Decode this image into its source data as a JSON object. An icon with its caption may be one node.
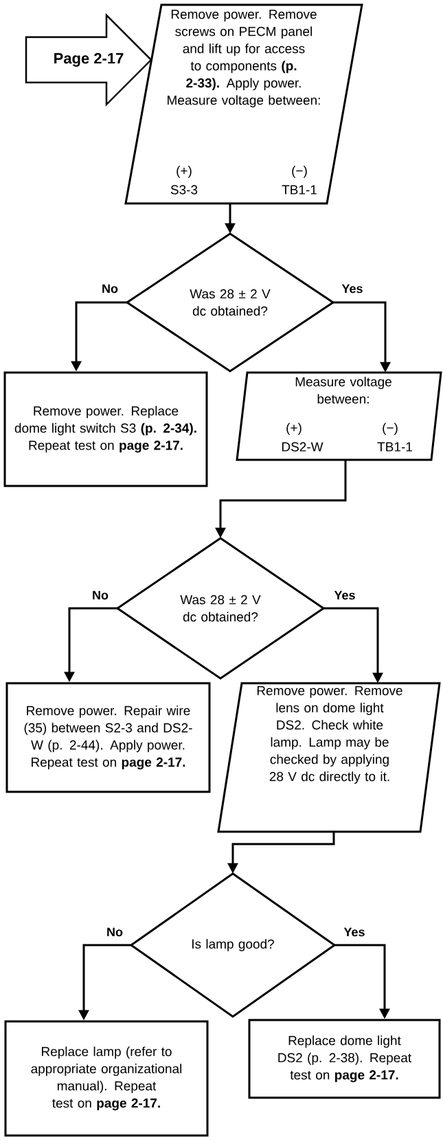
{
  "diagram": {
    "nodes": [
      {
        "text": [
          "Page 2-17"
        ]
      },
      {
        "text": [
          "Remove power. Remove screws on PECM panel and lift up for access to components **(p. 2-33).** Apply power. Measure voltage between:",
          "(+)",
          "S3-3",
          "(−)",
          "TB1-1"
        ]
      },
      {
        "text": [
          "Was 28 ± 2 V dc obtained?"
        ]
      },
      {
        "text": [
          "Remove power. Replace dome light switch S3 **(p. 2-34).** Repeat test on **page 2-17.**"
        ]
      },
      {
        "text": [
          "Measure voltage between:",
          "(+)",
          "DS2-W",
          "(−)",
          "TB1-1"
        ]
      },
      {
        "text": [
          "Was 28 ± 2 V dc obtained?"
        ]
      },
      {
        "text": [
          "Remove power. Repair wire (35) between S2-3 and DS2-W (p. 2-44). Apply power. Repeat test on **page 2-17.**"
        ]
      },
      {
        "text": [
          "Remove power. Remove lens on dome light DS2. Check white lamp. Lamp may be checked by applying 28 V dc directly to it."
        ]
      },
      {
        "text": [
          "Is lamp good?"
        ]
      },
      {
        "text": [
          "Replace lamp (refer to appropriate organizational manual). Repeat test on **page 2-17.**"
        ]
      },
      {
        "text": [
          "Replace dome light DS2 (p. 2-38). Repeat test on **page 2-17.**"
        ]
      }
    ],
    "edges": [
      {
        "from": 1,
        "to": 2,
        "arrow": "to"
      },
      {
        "from": 2,
        "to": 3,
        "arrow": "to",
        "label": "No"
      },
      {
        "from": 2,
        "to": 4,
        "arrow": "to",
        "label": "Yes"
      },
      {
        "from": 4,
        "to": 5,
        "arrow": "to"
      },
      {
        "from": 5,
        "to": 6,
        "arrow": "to",
        "label": "No"
      },
      {
        "from": 5,
        "to": 7,
        "arrow": "to",
        "label": "Yes"
      },
      {
        "from": 7,
        "to": 8,
        "arrow": "to"
      },
      {
        "from": 8,
        "to": 9,
        "arrow": "to",
        "label": "No"
      },
      {
        "from": 8,
        "to": 10,
        "arrow": "to",
        "label": "Yes"
      }
    ]
  }
}
